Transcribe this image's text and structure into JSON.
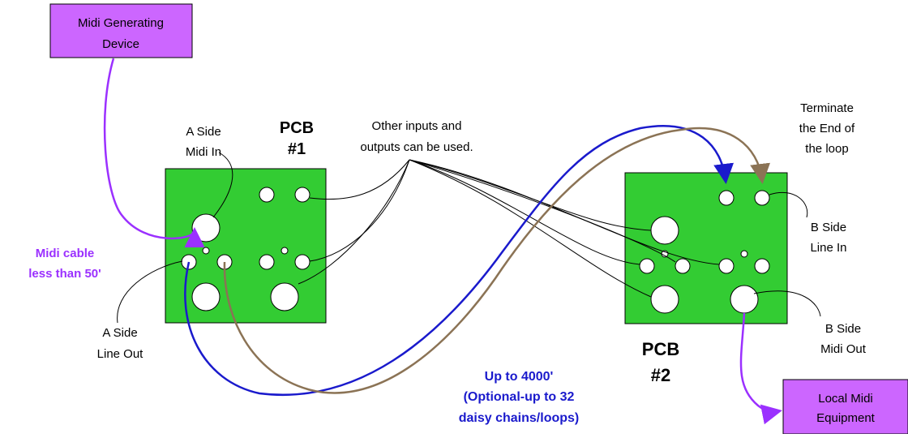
{
  "devices": {
    "midi_generating_device": [
      "Midi Generating",
      "Device"
    ],
    "local_midi_equipment": [
      "Local Midi",
      "Equipment"
    ]
  },
  "pcb1": {
    "label": [
      "PCB",
      "#1"
    ]
  },
  "pcb2": {
    "label": [
      "PCB",
      "#2"
    ]
  },
  "labels": {
    "a_side_midi_in": [
      "A Side",
      "Midi In"
    ],
    "a_side_line_out": [
      "A Side",
      "Line Out"
    ],
    "other_io": [
      "Other inputs and",
      "outputs can be used."
    ],
    "terminate": [
      "Terminate",
      "the End of",
      "the loop"
    ],
    "b_side_line_in": [
      "B Side",
      "Line In"
    ],
    "b_side_midi_out": [
      "B Side",
      "Midi Out"
    ]
  },
  "annotations": {
    "midi_cable": [
      "Midi cable",
      "less than 50'"
    ],
    "up_to_4000": [
      "Up to 4000'",
      "(Optional-up to 32",
      "daisy chains/loops)"
    ]
  },
  "colors": {
    "pcb_green": "#33cc33",
    "device_purple": "#cc66ff",
    "cable_purple": "#9b30ff",
    "cable_blue": "#1a1acc",
    "cable_brown": "#8b7355"
  }
}
